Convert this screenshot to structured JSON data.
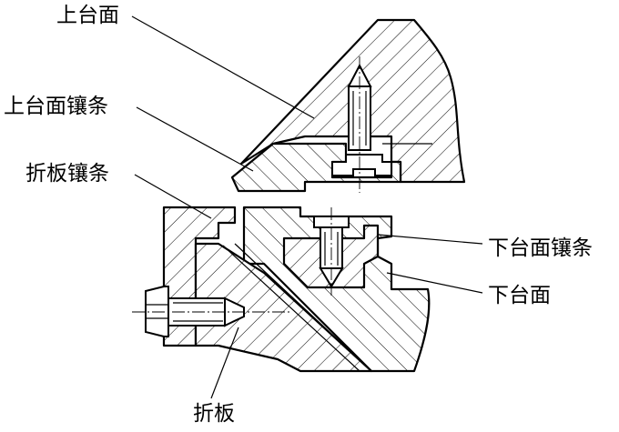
{
  "labels": {
    "upper_table": "上台面",
    "upper_table_strip": "上台面镶条",
    "folding_plate_strip": "折板镶条",
    "lower_table_strip": "下台面镶条",
    "lower_table": "下台面",
    "folding_plate": "折板"
  }
}
